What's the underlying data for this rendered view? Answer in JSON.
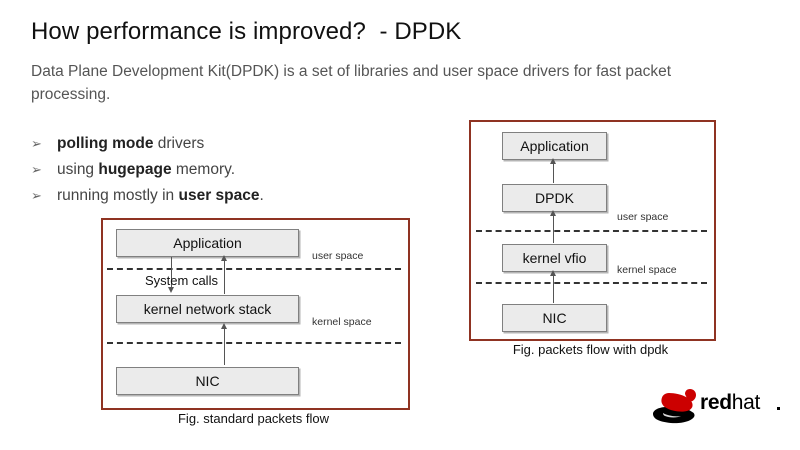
{
  "slide": {
    "title": "How performance is improved?  - DPDK",
    "subtitle": "Data Plane Development Kit(DPDK) is a set of libraries and user space drivers for fast packet processing.",
    "bullets": [
      {
        "marker": "➢",
        "pre": "",
        "bold": "polling mode",
        "post": " drivers"
      },
      {
        "marker": "➢",
        "pre": "using ",
        "bold": "hugepage",
        "post": " memory."
      },
      {
        "marker": "➢",
        "pre": "running mostly in ",
        "bold": "user space",
        "post": "."
      }
    ]
  },
  "figure_left": {
    "caption": "Fig. standard packets flow",
    "boxes": [
      {
        "label": "Application"
      },
      {
        "label": "kernel network stack"
      },
      {
        "label": "NIC"
      }
    ],
    "annotations": {
      "system_calls": "System calls",
      "user_space": "user space",
      "kernel_space": "kernel space"
    }
  },
  "figure_right": {
    "caption": "Fig. packets flow with dpdk",
    "boxes": [
      {
        "label": "Application"
      },
      {
        "label": "DPDK"
      },
      {
        "label": "kernel vfio"
      },
      {
        "label": "NIC"
      }
    ],
    "annotations": {
      "user_space": "user space",
      "kernel_space": "kernel space"
    }
  },
  "logo": {
    "bold_text": "red",
    "thin_text": "hat"
  },
  "colors": {
    "frame_border": "#8f3322",
    "box_fill": "#ebebeb",
    "box_border": "#808080",
    "hat_red": "#cc0000",
    "hat_black": "#000000",
    "title_text": "#111111",
    "body_text": "#555555"
  }
}
